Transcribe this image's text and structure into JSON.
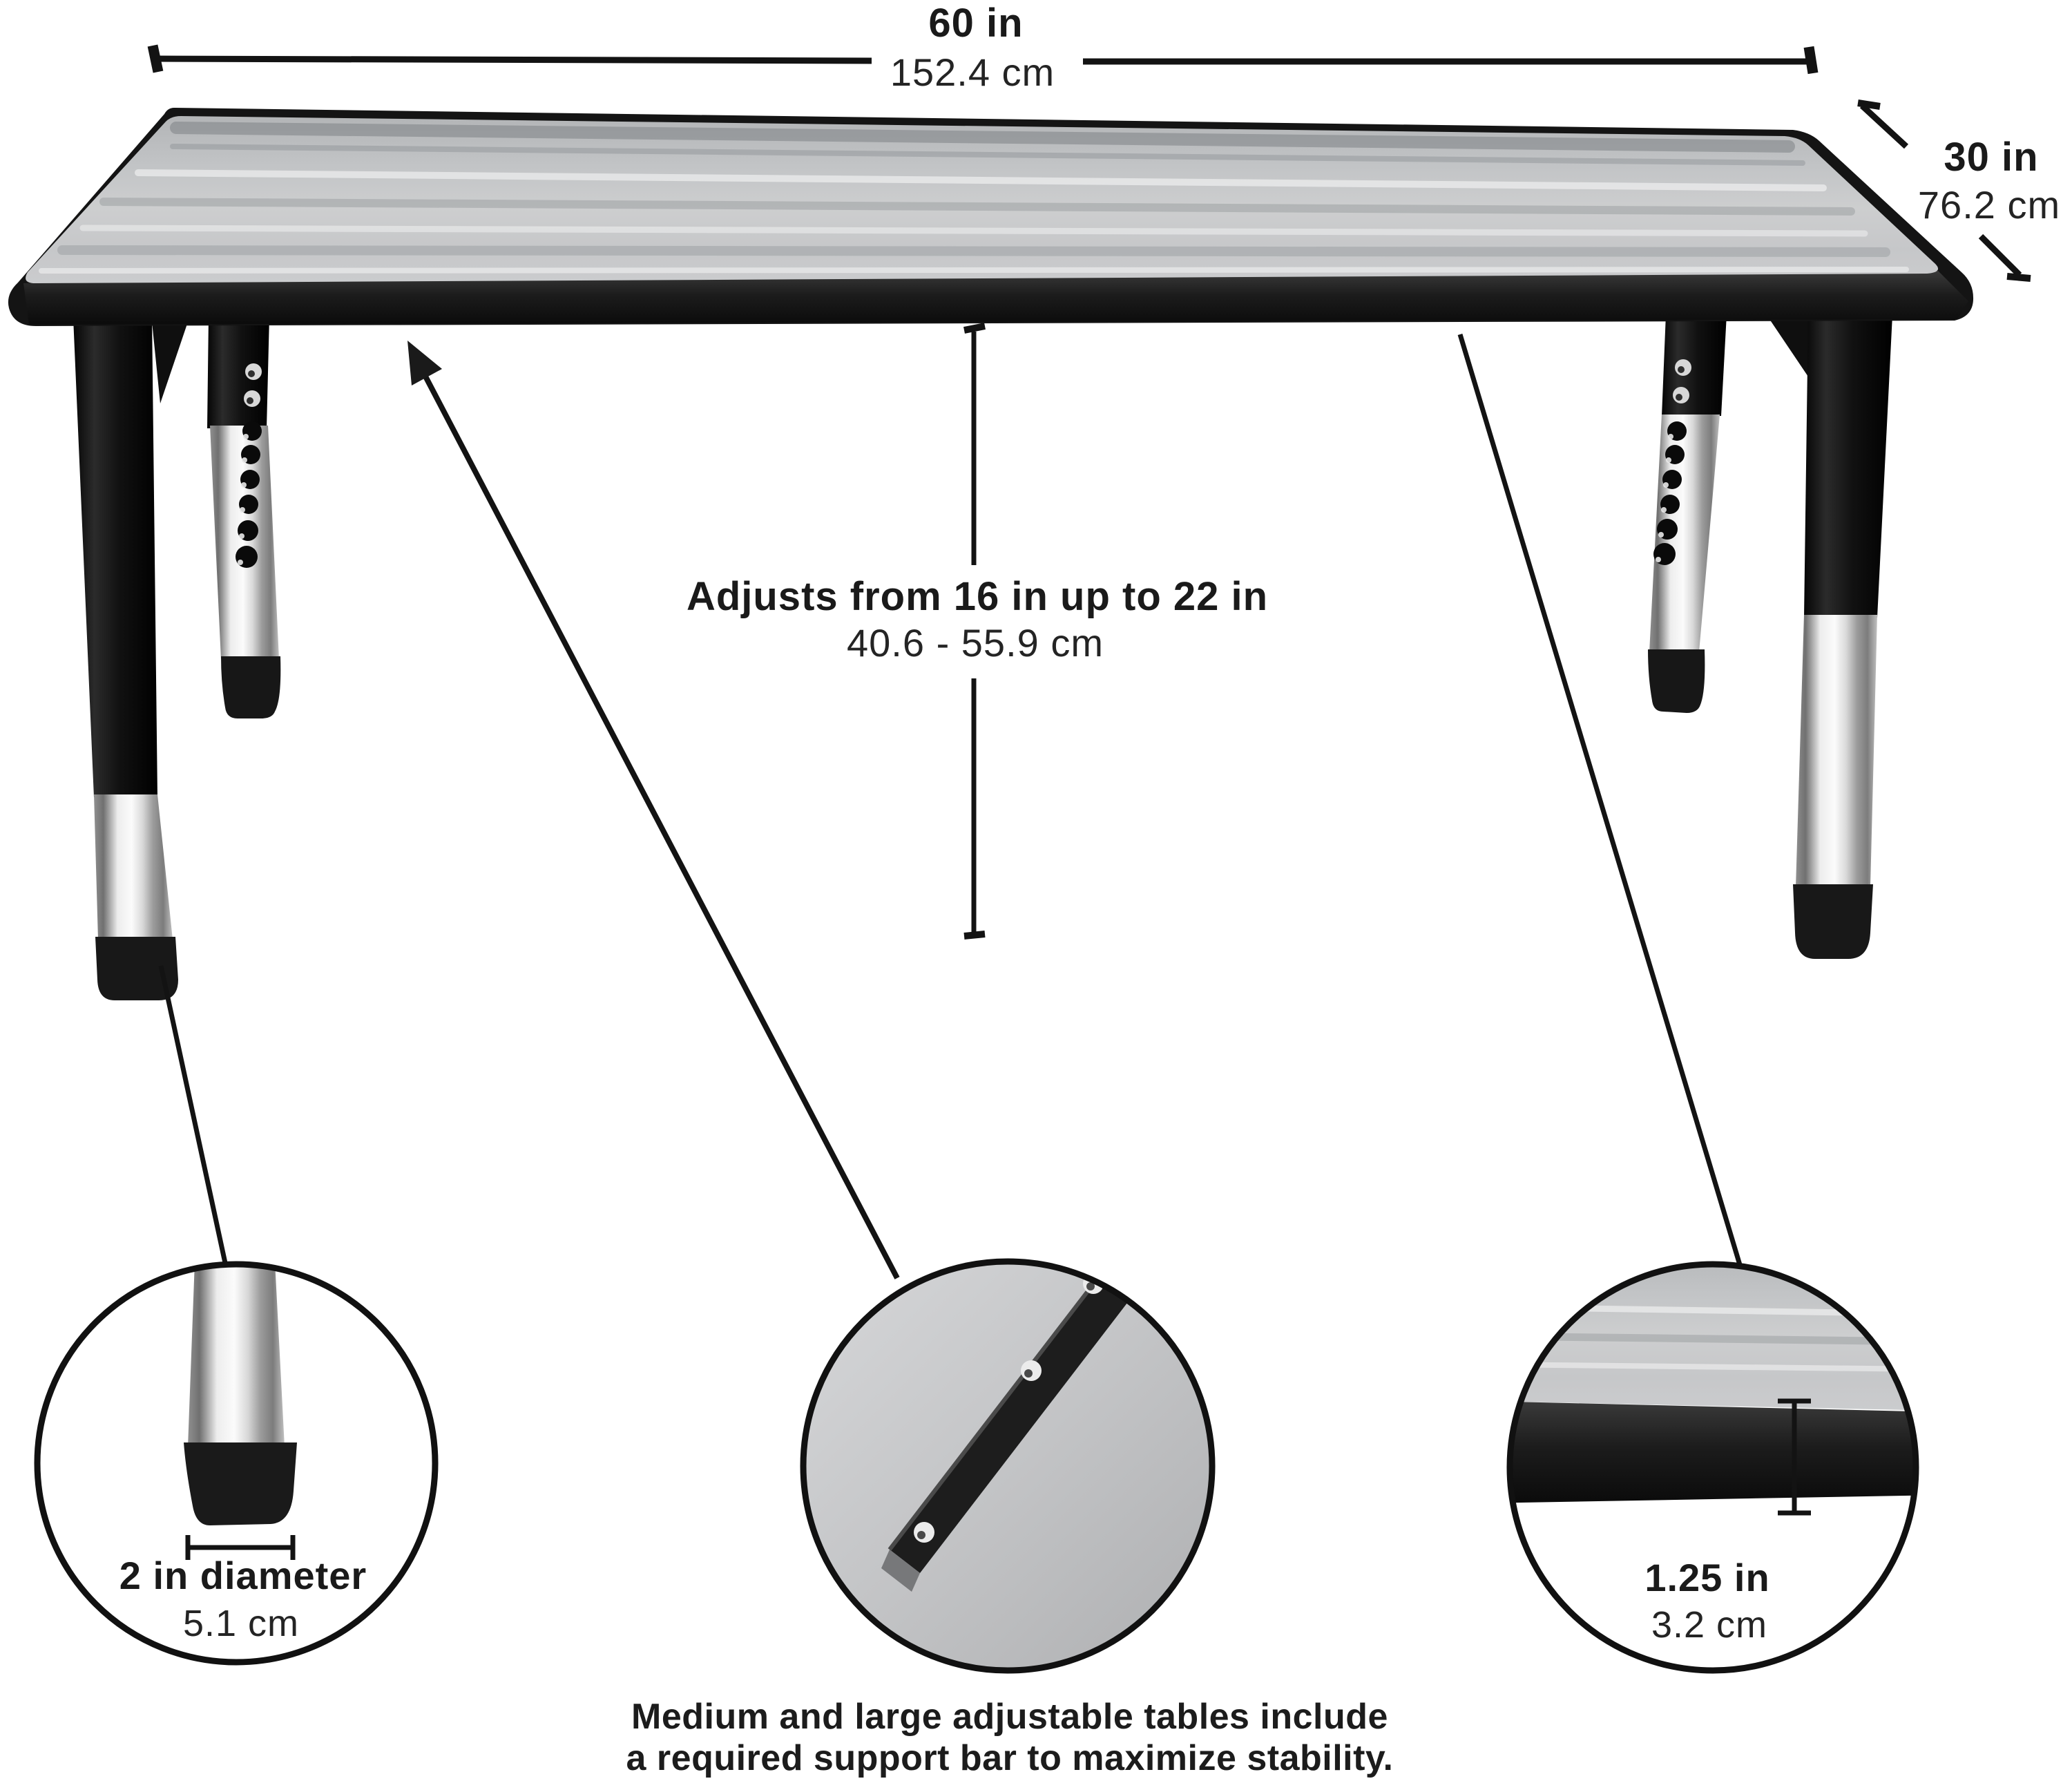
{
  "title": "Adjustable rectangular table dimensions diagram",
  "dimensions": {
    "width": {
      "in": "60 in",
      "cm": "152.4 cm"
    },
    "depth": {
      "in": "30 in",
      "cm": "76.2 cm"
    },
    "height": {
      "in": "Adjusts from 16 in up to 22 in",
      "cm": "40.6 - 55.9 cm"
    },
    "leg_diameter": {
      "in": "2 in diameter",
      "cm": "5.1 cm"
    },
    "top_thickness": {
      "in": "1.25 in",
      "cm": "3.2 cm"
    }
  },
  "footnote": {
    "line1": "Medium and large adjustable tables include",
    "line2": "a required support bar to maximize stability."
  },
  "colors": {
    "background": "#ffffff",
    "text": "#1a1a1a",
    "dimension_line": "#131313",
    "tabletop_gray": "#c6c7c9",
    "edge_band_black": "#161616",
    "leg_black": "#141414",
    "chrome": "#d9d9d9"
  }
}
